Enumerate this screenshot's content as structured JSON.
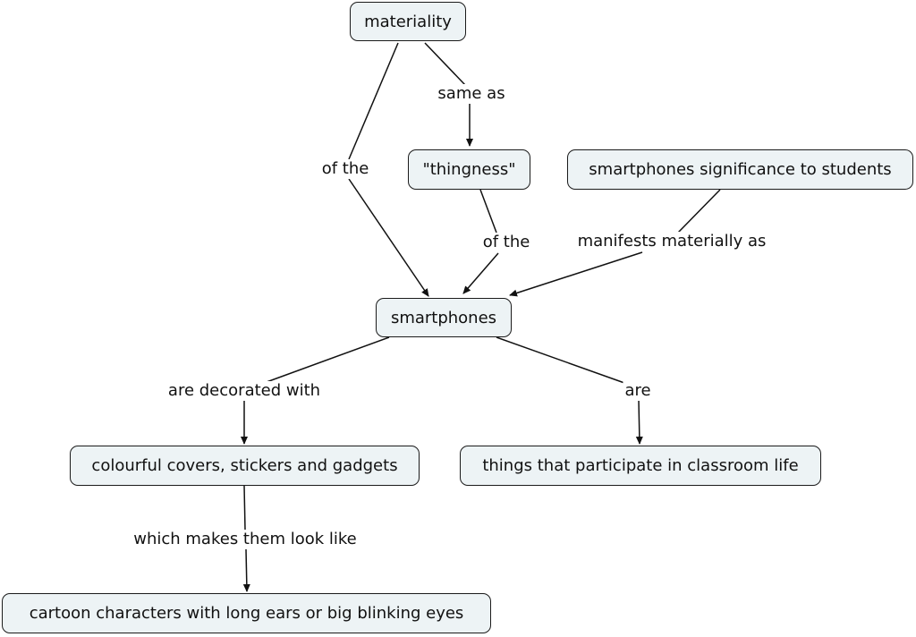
{
  "diagram": {
    "nodes": {
      "materiality": "materiality",
      "thingness": "\"thingness\"",
      "significance": "smartphones significance to students",
      "smartphones": "smartphones",
      "covers": "colourful covers, stickers and gadgets",
      "things": "things that participate in classroom life",
      "cartoon": "cartoon characters with long ears or big blinking eyes"
    },
    "links": {
      "materiality_of_the": "of the",
      "same_as": "same as",
      "thingness_of_the": "of the",
      "manifests": "manifests materially as",
      "decorated": "are decorated with",
      "are": "are",
      "looks_like": "which makes them look like"
    }
  },
  "colors": {
    "node_fill": "#edf3f5",
    "node_border": "#1b1b1b",
    "line": "#111111"
  }
}
